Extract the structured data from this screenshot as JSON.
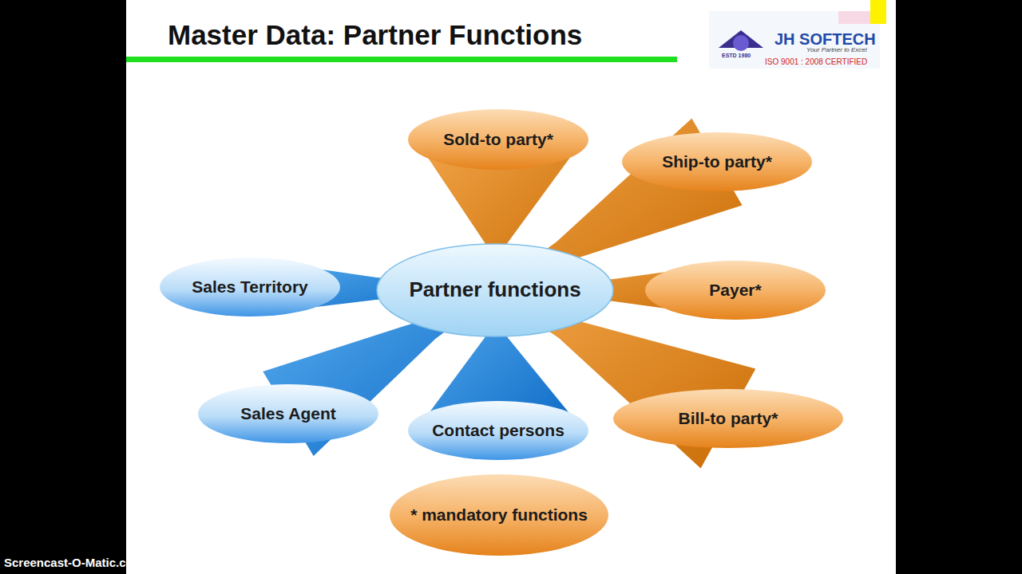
{
  "diagram": {
    "title": "Master Data: Partner Functions",
    "nodes": [
      {
        "text": [
          "Sold-to party*"
        ]
      },
      {
        "text": [
          "Ship-to party*"
        ]
      },
      {
        "text": [
          "Sales Territory"
        ]
      },
      {
        "text": [
          "Partner functions"
        ]
      },
      {
        "text": [
          "Payer*"
        ]
      },
      {
        "text": [
          "Sales Agent"
        ]
      },
      {
        "text": [
          "Bill-to party*"
        ]
      },
      {
        "text": [
          "Contact persons"
        ]
      },
      {
        "text": [
          "* mandatory functions"
        ]
      }
    ],
    "edges": [
      {
        "from": 3,
        "to": 0,
        "arrow": "none"
      },
      {
        "from": 3,
        "to": 1,
        "arrow": "none"
      },
      {
        "from": 3,
        "to": 4,
        "arrow": "none"
      },
      {
        "from": 3,
        "to": 6,
        "arrow": "none"
      },
      {
        "from": 3,
        "to": 7,
        "arrow": "none"
      },
      {
        "from": 3,
        "to": 5,
        "arrow": "none"
      },
      {
        "from": 3,
        "to": 2,
        "arrow": "none"
      }
    ],
    "labels": [
      "JH SOFTECH",
      "Your Partner to Excel",
      "ISO 9001 : 2008 CERTIFIED",
      "ESTD 1980",
      "Screencast-O-Matic.com"
    ]
  }
}
